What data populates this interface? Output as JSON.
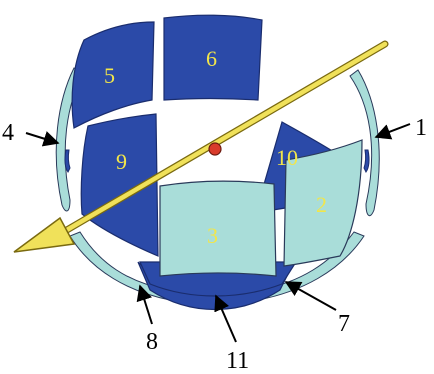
{
  "labels": {
    "p1": "1",
    "p2": "2",
    "p3": "3",
    "p4": "4",
    "p5": "5",
    "p6": "6",
    "p7": "7",
    "p8": "8",
    "p9": "9",
    "p10": "10",
    "p11": "11"
  },
  "colors": {
    "dark_panel": "#2b4aa8",
    "light_panel": "#a9ddd9",
    "label_text": "#f2e64a",
    "axis": "#f0e15a",
    "pivot": "#d93b2b"
  }
}
